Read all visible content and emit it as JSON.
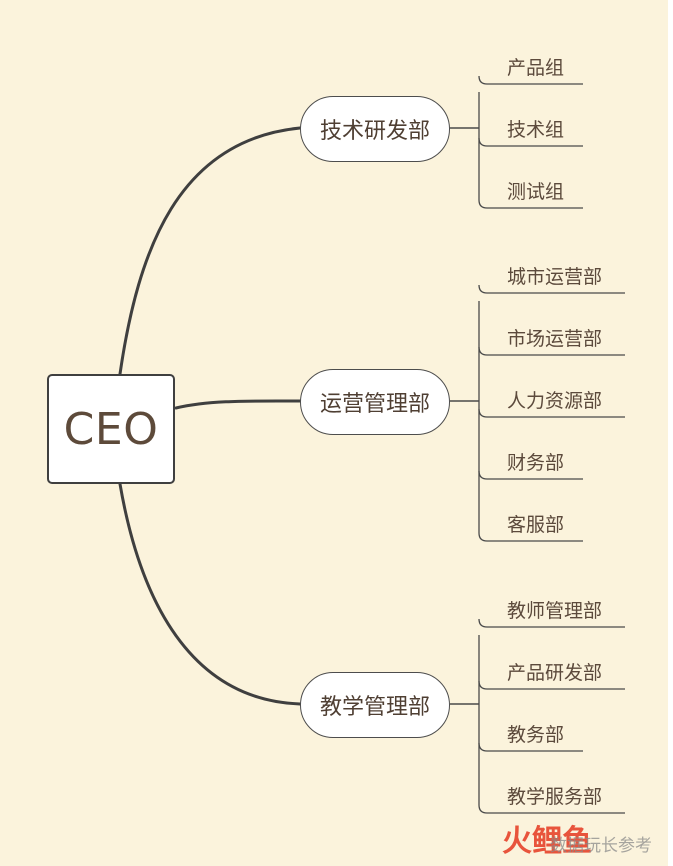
{
  "colors": {
    "background": "#fbf3dc",
    "node_fill": "#ffffff",
    "line": "#3f3f3f",
    "text": "#5c4a3c"
  },
  "root": {
    "label": "CEO"
  },
  "departments": [
    {
      "label": "技术研发部",
      "teams": [
        "产品组",
        "技术组",
        "测试组"
      ]
    },
    {
      "label": "运营管理部",
      "teams": [
        "城市运营部",
        "市场运营部",
        "人力资源部",
        "财务部",
        "客服部"
      ]
    },
    {
      "label": "教学管理部",
      "teams": [
        "教师管理部",
        "产品研发部",
        "教务部",
        "教学服务部"
      ]
    }
  ],
  "watermark": {
    "logo": "火鲤鱼",
    "text": "数据玩长参考"
  }
}
